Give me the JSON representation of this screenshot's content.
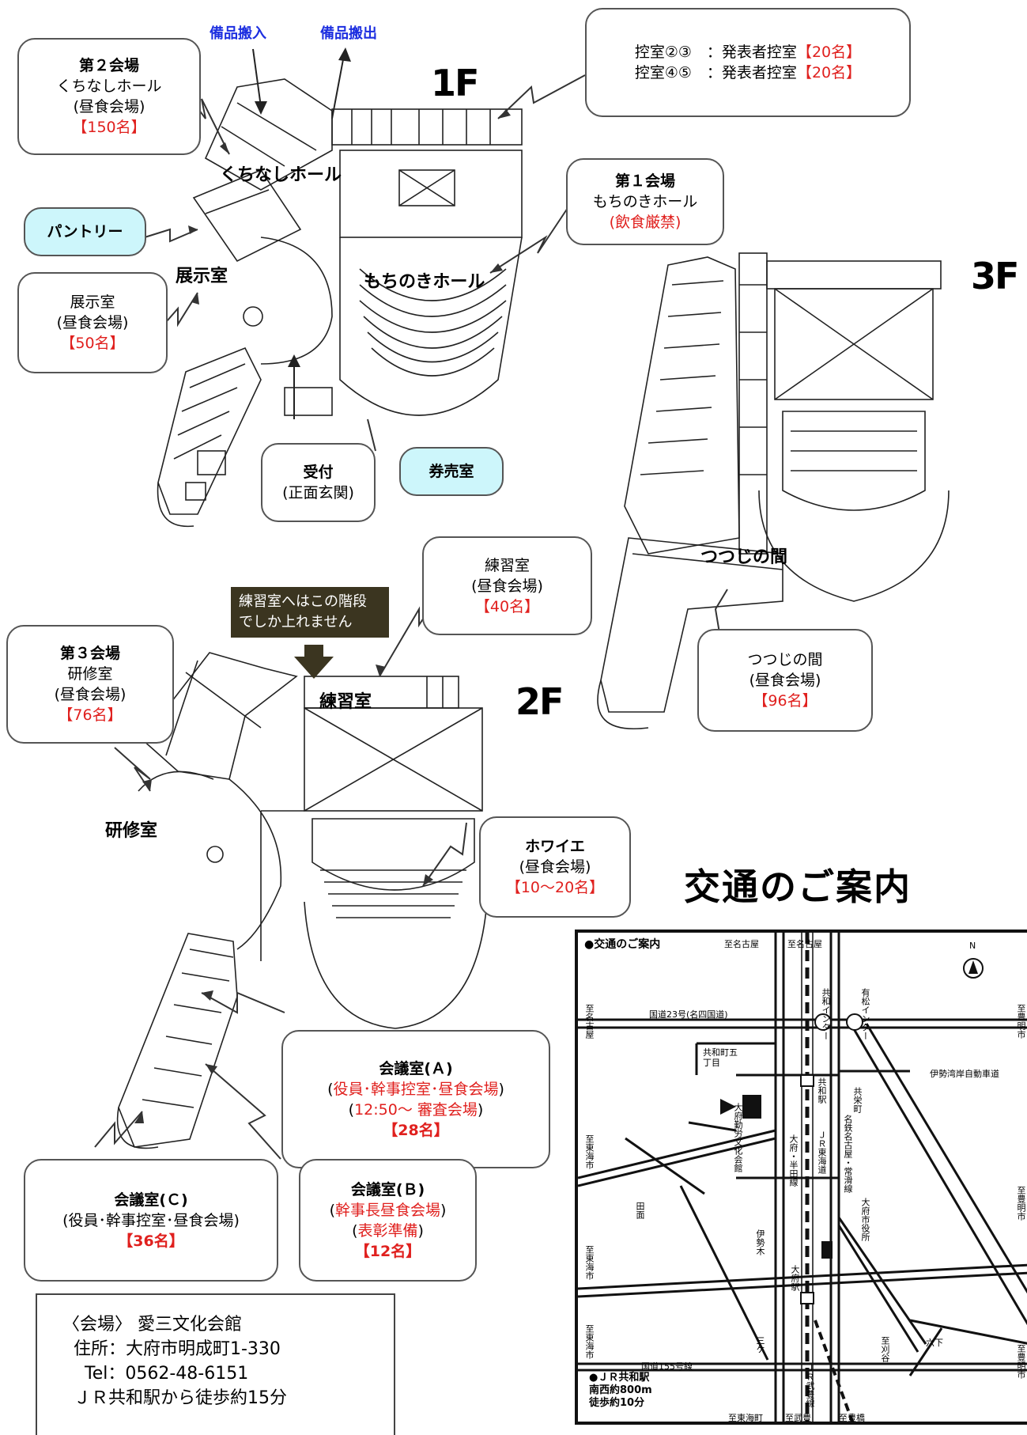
{
  "floors": {
    "f1": "1F",
    "f2": "2F",
    "f3": "3F"
  },
  "floor_labels": {
    "kuchinashi": "くちなしホール",
    "tenji": "展示室",
    "mochinoki": "もちのきホール",
    "tsutsuji": "つつじの間",
    "renshu": "練習室",
    "kenshu": "研修室"
  },
  "arrows": {
    "hinpin_in": "備品搬入",
    "hinpin_out": "備品搬出"
  },
  "callouts": {
    "hall2": {
      "title": "第２会場",
      "name": "くちなしホール",
      "use": "(昼食会場)",
      "cap": "【150名】"
    },
    "hikae": {
      "line1": "控室②③　：発表者控室",
      "cap1": "【20名】",
      "line2": "控室④⑤　：発表者控室",
      "cap2": "【20名】"
    },
    "hall1": {
      "title": "第１会場",
      "name": "もちのきホール",
      "note": "(飲食厳禁)"
    },
    "pantry": {
      "label": "パントリー"
    },
    "tenji": {
      "name": "展示室",
      "use": "(昼食会場)",
      "cap": "【50名】"
    },
    "uketsuke": {
      "title": "受付",
      "sub": "(正面玄関)"
    },
    "kenbai": {
      "label": "券売室"
    },
    "renshu": {
      "name": "練習室",
      "use": "(昼食会場)",
      "cap": "【40名】"
    },
    "stairs": {
      "line1": "練習室へはこの階段",
      "line2": "でしか上れません"
    },
    "hall3": {
      "title": "第３会場",
      "name": "研修室",
      "use": "(昼食会場)",
      "cap": "【76名】"
    },
    "tsutsuji": {
      "name": "つつじの間",
      "use": "(昼食会場)",
      "cap": "【96名】"
    },
    "foyer": {
      "title": "ホワイエ",
      "use": "(昼食会場)",
      "cap": "【10～20名】"
    },
    "roomA": {
      "title": "会議室(Ａ)",
      "l1a": "(",
      "l1b": "役員･幹事控室･昼食会場",
      "l1c": ")",
      "l2a": "(",
      "l2b": "12:50～ 審査会場",
      "l2c": ")",
      "cap": "【28名】"
    },
    "roomC": {
      "title": "会議室(Ｃ)",
      "l1": "(役員･幹事控室･昼食会場)",
      "cap": "【36名】"
    },
    "roomB": {
      "title": "会議室(Ｂ)",
      "l1a": "(",
      "l1b": "幹事長昼食会場",
      "l1c": ")",
      "l2a": "(",
      "l2b": "表彰準備",
      "l2c": ")",
      "cap": "【12名】"
    }
  },
  "venue": {
    "line1": "〈会場〉 愛三文化会館",
    "line2": "住所：大府市明成町1-330",
    "line3": "Tel：0562-48-6151",
    "line4": "ＪＲ共和駅から徒歩約15分"
  },
  "access": {
    "heading": "交通のご案内",
    "map_title": "●交通のご案内",
    "north": "N",
    "top1": "至名古屋",
    "top2": "至名古屋",
    "left1": "至名古屋",
    "left2": "至東海市",
    "left3": "至東海市",
    "left4": "至東海市",
    "right1": "至豊明市",
    "right2": "至豊明市",
    "right3": "至豊明市",
    "route23": "国道23号(名四国道)",
    "route155": "国道155号線",
    "kyowa_ic": "共和インター",
    "arimatsu_ic": "有松インター",
    "gochome": "共和町五丁目",
    "kyowa_sta": "共和駅",
    "kyoei": "共栄町",
    "venue_name": "大府勤労文化会館",
    "meitetsu": "名鉄名古屋・常滑線",
    "expressway": "伊勢湾岸自動車道",
    "obu_hando": "大府・半田線",
    "jr_tokaido": "ＪＲ東海道",
    "city_hall": "大府市役所",
    "ise_yone": "伊勢木",
    "obu_sta": "大府駅",
    "tada": "田面",
    "sankan": "三ケ",
    "zentaku": "至刈谷",
    "jr_taketoyo": "ＪＲ武豊線",
    "rokushita": "六下",
    "station_info1": "●ＪＲ共和駅",
    "station_info2": "南西約800m",
    "station_info3": "徒歩約10分",
    "bottom1": "至東海町",
    "bottom2": "至武豊",
    "bottom3": "至豊橋"
  },
  "colors": {
    "red": "#e0201e",
    "blue": "#1d2fe0",
    "cyan": "#cdf6fb",
    "olive": "#3b3520"
  }
}
